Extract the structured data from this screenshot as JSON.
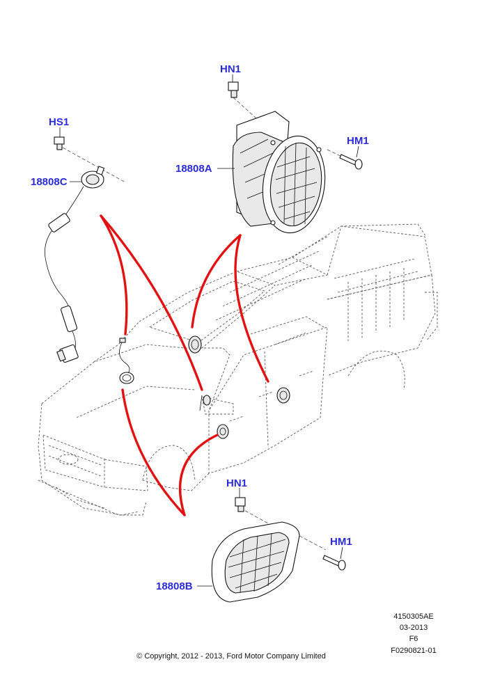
{
  "diagram": {
    "callouts": {
      "hn1_top": "HN1",
      "hs1": "HS1",
      "hm1_top": "HM1",
      "part_a": "18808A",
      "part_c": "18808C",
      "hn1_bottom": "HN1",
      "hm1_bottom": "HM1",
      "part_b": "18808B"
    },
    "footer": {
      "code": "4150305AE",
      "date": "03-2013",
      "sheet": "F6",
      "figure_id": "F0290821-01",
      "copyright": "© Copyright, 2012 - 2013, Ford Motor Company Limited"
    },
    "colors": {
      "callout": "#2b2bd6",
      "arrow": "#e31212",
      "line": "#111111"
    },
    "icons": [
      "speaker-icon",
      "tweeter-icon",
      "nut-icon",
      "screw-icon",
      "truck-outline"
    ]
  }
}
